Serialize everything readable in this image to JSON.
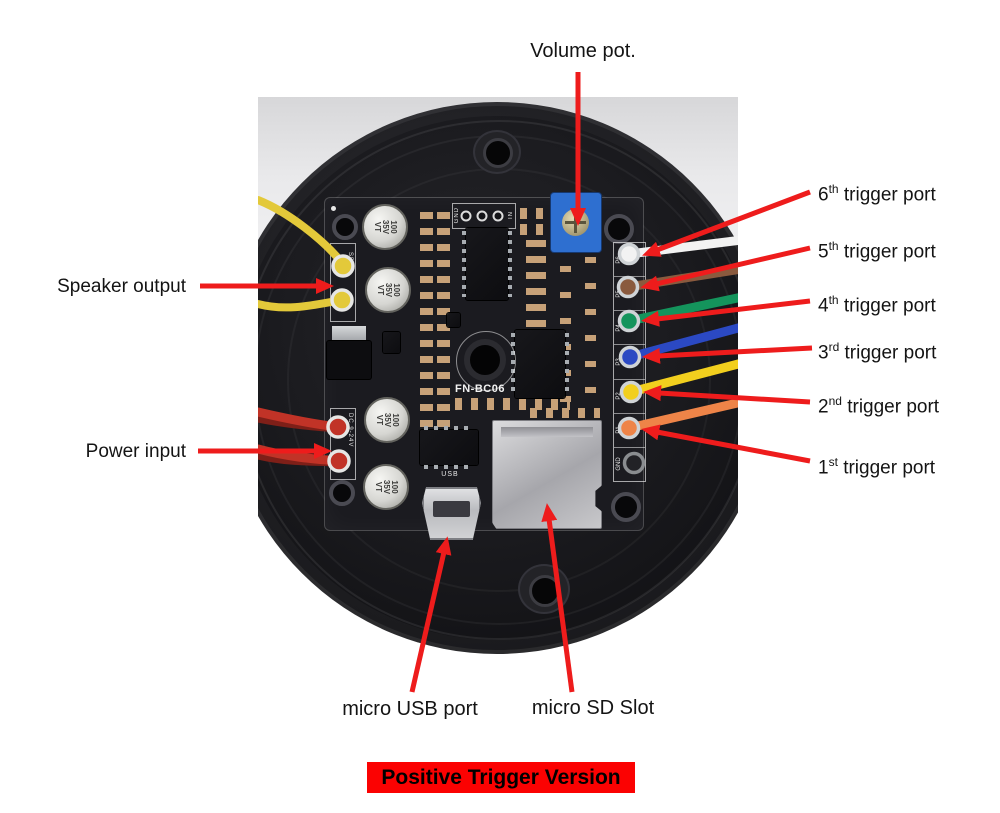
{
  "labels": {
    "volume": "Volume pot.",
    "speaker": "Speaker output",
    "power": "Power input",
    "usb": "micro USB port",
    "sd": "micro SD Slot",
    "banner": "Positive Trigger Version",
    "triggers": [
      {
        "num": "6",
        "sup": "th",
        "rest": " trigger port"
      },
      {
        "num": "5",
        "sup": "th",
        "rest": " trigger port"
      },
      {
        "num": "4",
        "sup": "th",
        "rest": " trigger port"
      },
      {
        "num": "3",
        "sup": "rd",
        "rest": " trigger port"
      },
      {
        "num": "2",
        "sup": "nd",
        "rest": " trigger port"
      },
      {
        "num": "1",
        "sup": "st",
        "rest": " trigger port"
      }
    ]
  },
  "board": {
    "name": "FN-BC06",
    "silkscreen": {
      "usb": "USB",
      "gnd_header": "GND",
      "in_header": "IN",
      "spk": "SPK",
      "dc": "DC 9-24V",
      "ports": [
        "P6",
        "P5",
        "P4",
        "P3",
        "P2",
        "P1"
      ],
      "gnd_port": "GND"
    },
    "capacitor": {
      "lines": [
        "100",
        "35V",
        "VT"
      ]
    }
  },
  "colors": {
    "arrow": "#ee1c1c",
    "banner_bg": "#fb0202",
    "pot": "#2e6fd0",
    "wires": {
      "p6": "#f2f2f2",
      "p5": "#8a5a3e",
      "p4": "#14945c",
      "p3": "#2b49c3",
      "p2": "#f2cf1e",
      "p1": "#ee8448",
      "speaker": "#e3c93a",
      "power": "#c13327"
    }
  }
}
